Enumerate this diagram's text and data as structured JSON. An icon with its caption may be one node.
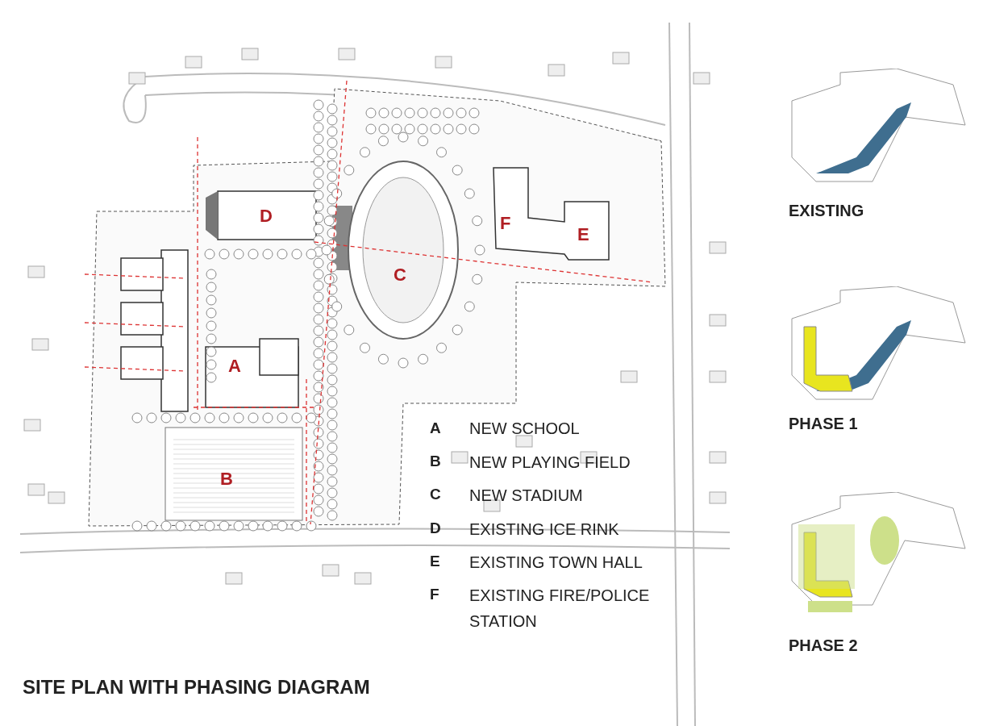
{
  "diagram": {
    "title": "SITE PLAN WITH PHASING DIAGRAM",
    "labels": [
      "D",
      "F",
      "E",
      "C",
      "A",
      "B",
      "A",
      "NEW SCHOOL",
      "B",
      "NEW PLAYING FIELD",
      "C",
      "NEW STADIUM",
      "D",
      "EXISTING ICE RINK",
      "E",
      "EXISTING TOWN HALL",
      "F",
      "EXISTING FIRE/POLICE STATION",
      "EXISTING",
      "PHASE 1",
      "PHASE 2"
    ]
  }
}
